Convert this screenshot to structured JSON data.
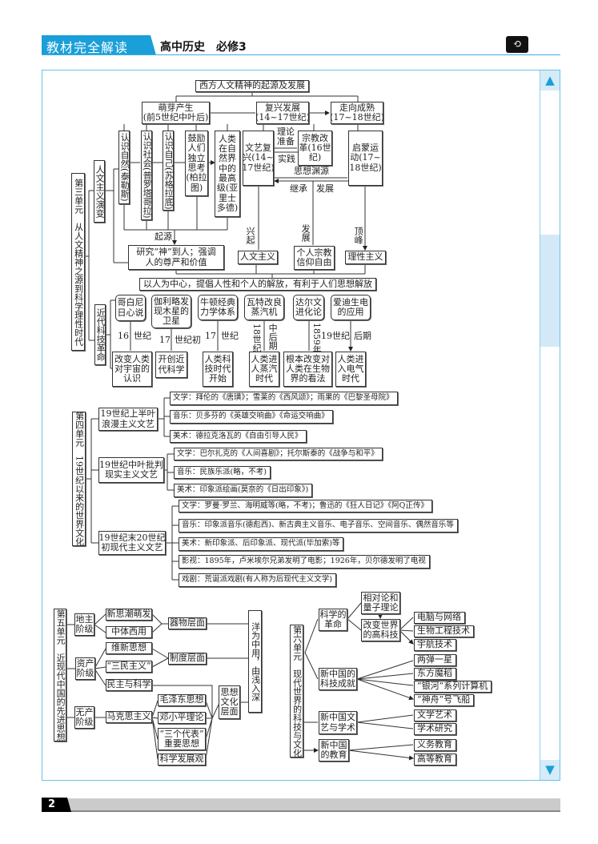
{
  "header": {
    "badge": "教材完全解读",
    "title": "高中历史　必修3",
    "accent": "#1a9fd9"
  },
  "footer": {
    "page": "2"
  },
  "unit3": {
    "label": "第三单元　从人文精神之源到科学理性时代",
    "title": "西方人文精神的起源及发展",
    "stages": [
      "萌芽产生\n(前5世纪中叶后)",
      "复兴发展\n(14~17世纪)",
      "走向成熟\n(17~18世纪)"
    ],
    "humanism_label": "人文主义演变",
    "origins": [
      "认识自然(泰勒斯)",
      "认识社会(普罗塔哥拉)",
      "认识自己(苏格拉底)",
      "鼓励\n人们\n独立\n思考\n(柏拉\n图)",
      "人类\n在自\n然界\n中的\n最高\n级(亚\n里士\n多德)"
    ],
    "origin_link": "起源",
    "origin_result": "研究“神”到人；强调\n人的尊严和价值",
    "renaissance": "文艺复\n兴(14~\n17世纪)",
    "reformation": "宗教改\n革(16世\n纪)",
    "enlightenment": "启蒙运\n动(17~\n18世纪)",
    "theory_prep": "理论\n准备",
    "practice": "实践",
    "source": "思想渊源",
    "inherit": "继承　发展",
    "rise": "兴起",
    "develop": "发展",
    "peak": "顶峰",
    "humanism": "人文主义",
    "religious_freedom": "个人宗教\n信仰自由",
    "rationalism": "理性主义",
    "summary": "以人为中心，提倡人性和个人的解放，有利于人们思想解放",
    "sci_label": "近代科技革命",
    "sci_items": [
      {
        "name": "哥白尼\n日心说",
        "time_a": "16",
        "time_b": "世纪",
        "effect": "改变人类\n对宇宙的\n认识"
      },
      {
        "name": "伽利略发\n现木星的\n卫星",
        "time_a": "17",
        "time_b": "世纪初",
        "effect": "开创近\n代科学"
      },
      {
        "name": "牛顿经典\n力学体系",
        "time_a": "17",
        "time_b": "世纪",
        "effect": "人类科\n技时代\n开始"
      },
      {
        "name": "瓦特改良\n蒸汽机",
        "time_a": "18世纪",
        "time_b": "中后期",
        "effect": "人类进\n人蒸汽\n时代"
      },
      {
        "name": "达尔文\n进化论",
        "time_a": "1859年",
        "time_b": "",
        "effect": "根本改变对\n人类在生物\n界的看法"
      },
      {
        "name": "爱迪生电\n的应用",
        "time_a": "19世纪",
        "time_b": "后期",
        "effect": "人类进\n入电气\n时代"
      }
    ]
  },
  "unit4": {
    "label": "第四单元　19世纪以来的世界文化",
    "groups": [
      {
        "name": "19世纪上半叶\n浪漫主义文艺",
        "items": [
          "文学：拜伦的《唐璜》；雪莱的《西风颂》；雨果的《巴黎圣母院》",
          "音乐：贝多芬的《英雄交响曲》《命运交响曲》",
          "美术：德拉克洛瓦的《自由引导人民》"
        ]
      },
      {
        "name": "19世纪中叶批判\n现实主义文艺",
        "items": [
          "文学：巴尔扎克的《人间喜剧》；托尔斯泰的《战争与和平》",
          "音乐：民族乐派(略，不考)",
          "美术：印象派绘画(莫奈的《日出印象》)"
        ]
      },
      {
        "name": "19世纪末20世纪\n初现代主义文艺",
        "items": [
          "文学：罗曼·罗兰、海明威等(略，不考)；鲁迅的《狂人日记》《阿Q正传》",
          "音乐：印象派音乐(德彪西)、新古典主义音乐、电子音乐、空间音乐、偶然音乐等",
          "美术：新印象派、后印象派、现代派(毕加索)等",
          "影视：1895年，卢米埃尔兄弟发明了电影；1926年，贝尔德发明了电视",
          "戏剧：荒诞派戏剧(有人称为后现代主义文学)"
        ]
      }
    ]
  },
  "unit5": {
    "label": "第五单元　近现代中国的先进思想",
    "classes": [
      "地主\n阶级",
      "资产\n阶级",
      "无产\n阶级"
    ],
    "ideas": [
      "新思潮萌发",
      "中体西用",
      "维新思想",
      "“三民主义”",
      "民主与科学",
      "马克思主义"
    ],
    "levels": [
      "器物层面",
      "制度层面",
      "思想\n文化\n层面"
    ],
    "marxism": [
      "毛泽东思想",
      "邓小平理论",
      "“三个代表”\n重要思想",
      "科学发展观"
    ],
    "conclusion": "洋为中用，由浅入深"
  },
  "unit6": {
    "label": "第六单元　现代世界的科技与文化",
    "sci_rev": "科学的\n革命",
    "relativity": "相对论和\n量子理论",
    "hightech": "改变世界\n的高科技",
    "hightech_items": [
      "电脑与网络",
      "生物工程技术",
      "宇航技术"
    ],
    "china_sci": "新中国的\n科技成就",
    "china_sci_items": [
      "两弹一星",
      "东方魔稻",
      "“银河”系列计算机",
      "“神舟”号飞船"
    ],
    "china_arts": "新中国文\n艺与学术",
    "china_arts_items": [
      "文学艺术",
      "学术研究"
    ],
    "china_edu": "新中国\n的教育",
    "china_edu_items": [
      "义务教育",
      "高等教育"
    ]
  }
}
